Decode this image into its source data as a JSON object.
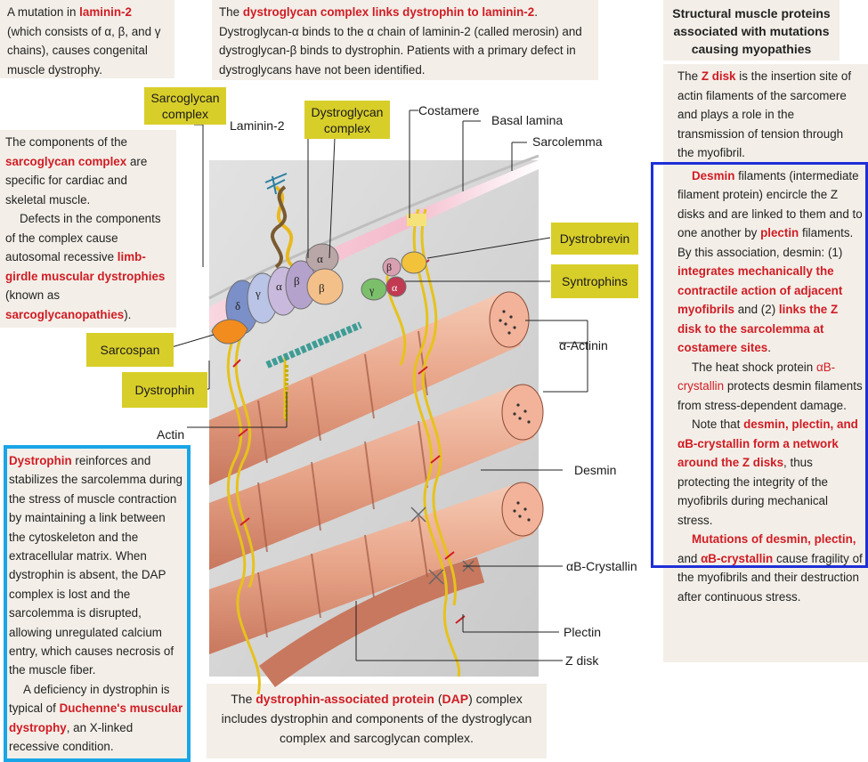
{
  "colors": {
    "panel_bg": "#f3efe8",
    "accent_red": "#d11c24",
    "label_yellow": "#d8ce2a",
    "highlight_blue": "#1e2fd8",
    "highlight_cyan": "#1aa5e6",
    "myofibril_pink": "#e9a98c",
    "sarcolemma_pink": "#f2b6c8"
  },
  "laminin_note": {
    "p1": "A mutation in",
    "red1": "laminin-2",
    "p2": "(which consists of α, β, and γ chains), causes congenital muscle dystrophy."
  },
  "dystroglycan_note": {
    "p1": "The",
    "red1": "dystroglycan complex links dystrophin to laminin-2",
    "p2": ". Dystroglycan-α binds to the α chain of laminin-2 (called merosin) and dystroglycan-β binds to dystrophin.  Patients with a primary defect in dystroglycans have not been identified."
  },
  "structural_header": {
    "line1": "Structural muscle proteins",
    "line2": "associated with mutations",
    "line3": "causing myopathies"
  },
  "z_disk_note": {
    "p1": "The",
    "red1": "Z disk",
    "p2": "is the insertion site of actin filaments of the sarcomere and plays a role in the transmission of tension through the myofibril."
  },
  "desmin_note": {
    "red1": "Desmin",
    "p1": "filaments (intermediate filament protein) encircle the Z disks and are linked to them and to one another by",
    "red2": "plectin",
    "p2": "filaments. By this association, desmin: (1)",
    "red3": "integrates mechanically the contractile action of adjacent myofibrils",
    "p3": "and (2)",
    "red4": "links the Z disk to the sarcolemma at costamere sites",
    "p4": "."
  },
  "heat_shock_note": {
    "p1": "The heat shock protein",
    "red1": "αB-crystallin",
    "p2": "protects desmin filaments from stress-dependent damage."
  },
  "network_note": {
    "p1": "Note that",
    "red1": "desmin, plectin, and αB-crystallin form a network around the Z disks",
    "p2": ", thus protecting the integrity of the myofibrils during mechanical stress."
  },
  "mutations_note": {
    "red1": "Mutations of desmin, plectin,",
    "p1": "and",
    "red2": "αB-crystallin",
    "p2": "cause fragility of the myofibrils and their destruction after continuous stress."
  },
  "sarcoglycan_note": {
    "p1": "The components of the",
    "red1": "sarcoglycan complex",
    "p2": "are specific for cardiac and skeletal muscle.",
    "p3": "Defects in the components of the complex cause autosomal recessive",
    "red2": "limb-girdle muscular dystrophies",
    "p4": "(known as",
    "red3": "sarcoglycanopathies",
    "p5": ")."
  },
  "dystrophin_note": {
    "red1": "Dystrophin",
    "p1": "reinforces and stabilizes the sarcolemma during the stress of muscle contraction by maintaining a link between the cytoskeleton and the extracellular matrix.  When dystrophin is absent, the DAP complex is lost and the sarcolemma is disrupted, allowing unregulated calcium entry, which causes necrosis of the muscle fiber.",
    "p2": "A deficiency in dystrophin is typical of",
    "red2": "Duchenne's muscular dystrophy",
    "p3": ", an X-linked recessive condition."
  },
  "dap_caption": {
    "p1": "The",
    "red1": "dystrophin-associated protein",
    "p2": "(",
    "red2": "DAP",
    "p3": ") complex includes dystrophin and components of the dystroglycan complex and sarcoglycan complex."
  },
  "labels": {
    "sarcoglycan_complex": "Sarcoglycan complex",
    "dystroglycan_complex": "Dystroglycan complex",
    "laminin2": "Laminin-2",
    "costamere": "Costamere",
    "basal_lamina": "Basal lamina",
    "sarcolemma": "Sarcolemma",
    "dystrobrevin": "Dystrobrevin",
    "syntrophins": "Syntrophins",
    "alpha_actinin": "α-Actinin",
    "sarcospan": "Sarcospan",
    "dystrophin": "Dystrophin",
    "actin": "Actin",
    "desmin": "Desmin",
    "ab_crystallin": "αB-Crystallin",
    "plectin": "Plectin",
    "z_disk": "Z disk"
  },
  "protein_letters": {
    "alpha": "α",
    "beta": "β",
    "gamma": "γ",
    "delta": "δ"
  }
}
